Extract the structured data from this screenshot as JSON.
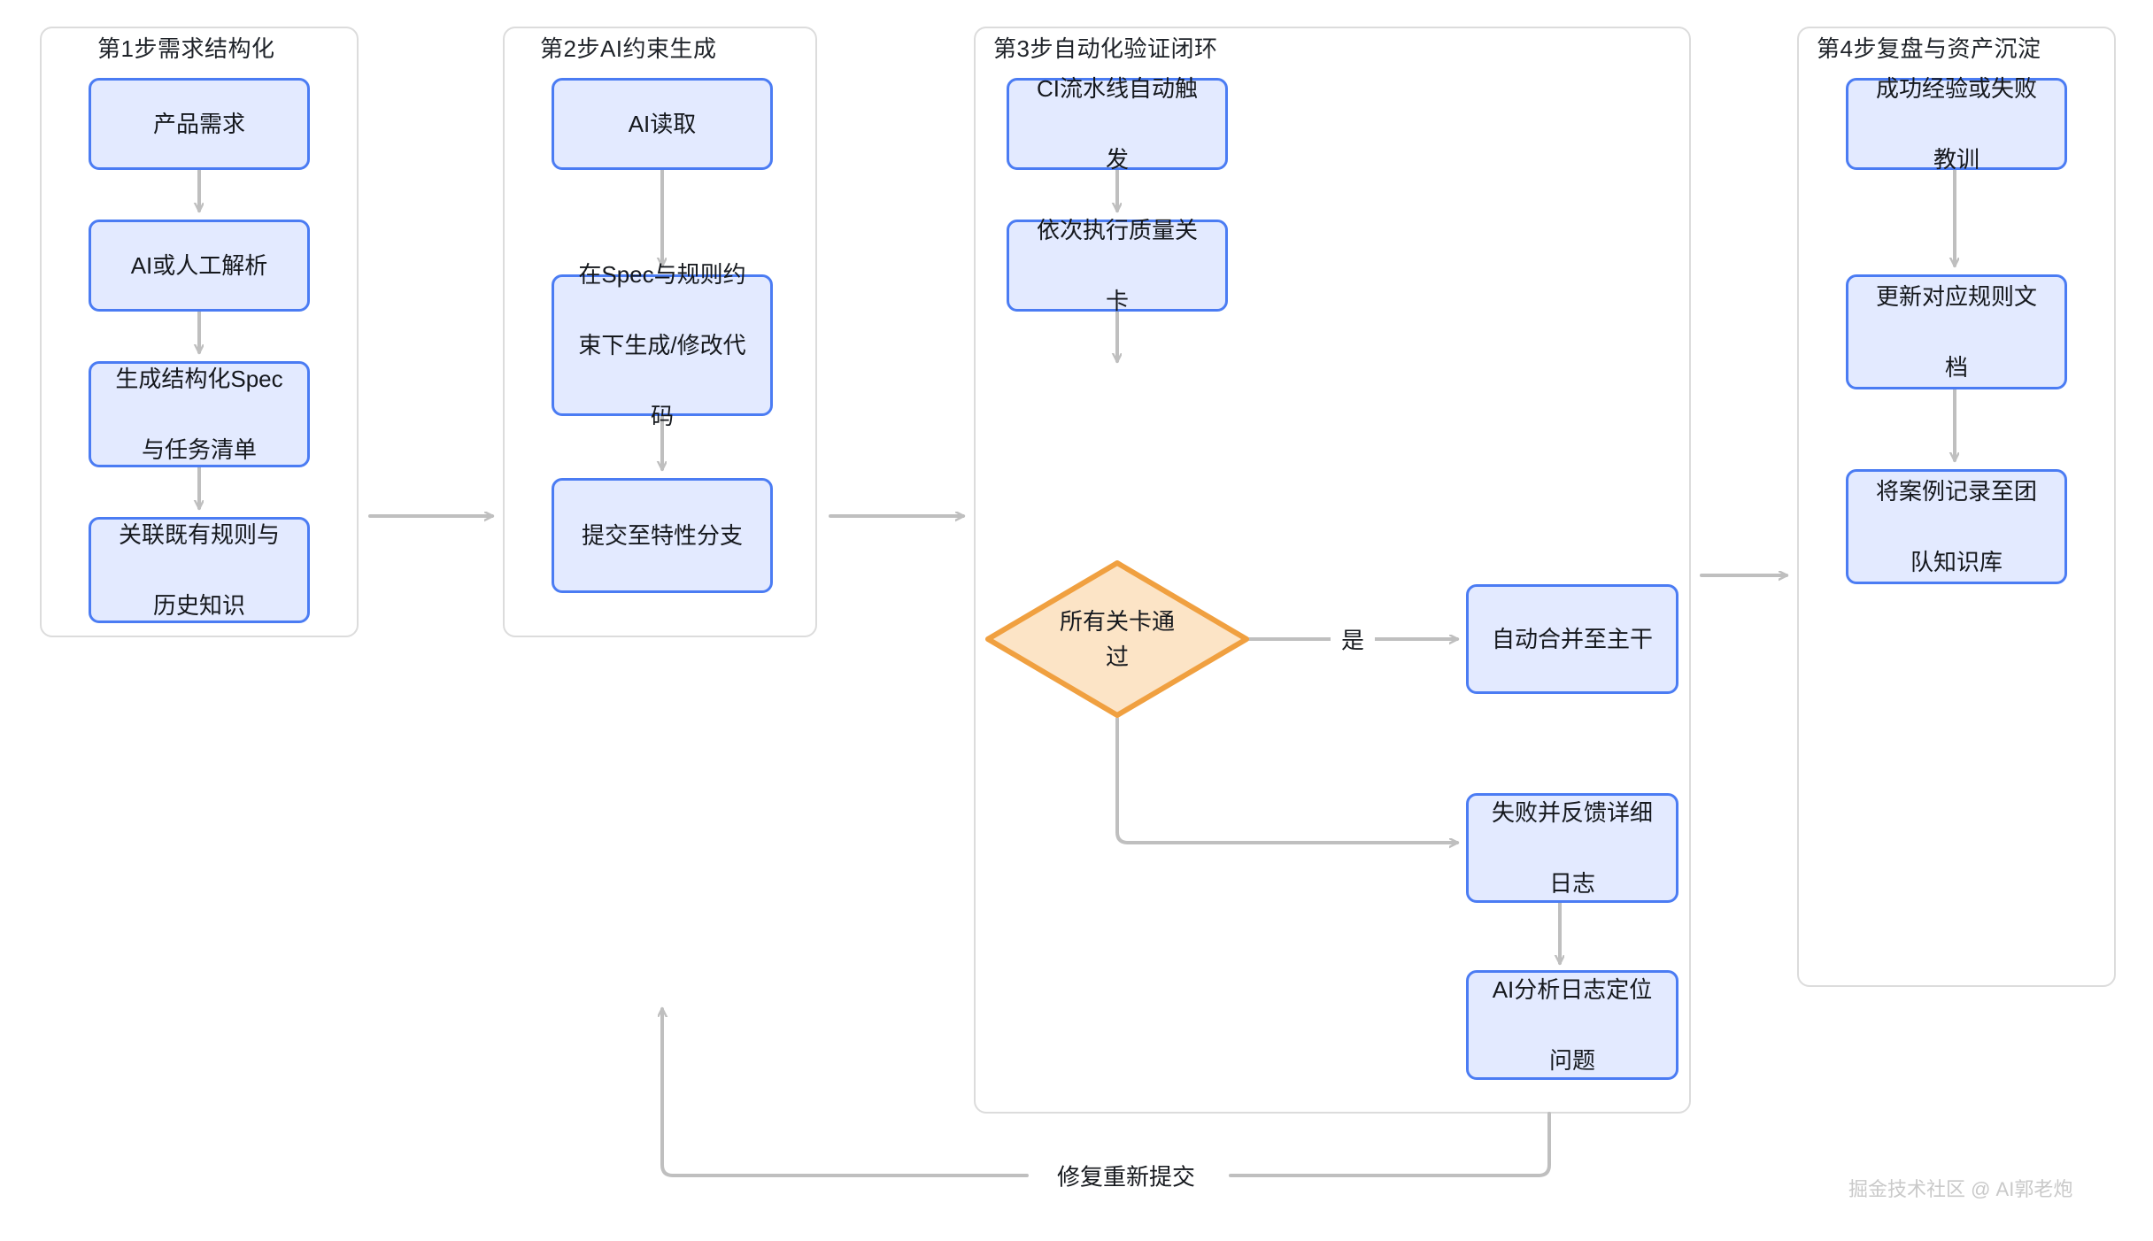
{
  "diagram": {
    "type": "flowchart",
    "title_present": false,
    "colors": {
      "node_border": "#4b7cf3",
      "node_fill": "#e3eaff",
      "decision_border": "#f0a040",
      "decision_fill": "#fce4c6",
      "group_border": "#dcdcdc",
      "edge": "#bfbfbf",
      "text": "#15181d",
      "watermark": "#c9c9c9"
    },
    "groups": [
      {
        "id": "g1",
        "label": "第1步需求结构化"
      },
      {
        "id": "g2",
        "label": "第2步AI约束生成"
      },
      {
        "id": "g3",
        "label": "第3步自动化验证闭环"
      },
      {
        "id": "g4",
        "label": "第4步复盘与资产沉淀"
      }
    ],
    "nodes": [
      {
        "id": "n1",
        "group": "g1",
        "shape": "rect",
        "label": "产品需求"
      },
      {
        "id": "n2",
        "group": "g1",
        "shape": "rect",
        "label": "AI或人工解析"
      },
      {
        "id": "n3",
        "group": "g1",
        "shape": "rect",
        "label": "生成结构化Spec与任务清单",
        "lines": [
          "生成结构化Spec",
          "与任务清单"
        ]
      },
      {
        "id": "n4",
        "group": "g1",
        "shape": "rect",
        "label": "关联既有规则与历史知识",
        "lines": [
          "关联既有规则与",
          "历史知识"
        ]
      },
      {
        "id": "n5",
        "group": "g2",
        "shape": "rect",
        "label": "AI读取"
      },
      {
        "id": "n6",
        "group": "g2",
        "shape": "rect",
        "label": "在Spec与规则约束下生成/修改代码",
        "lines": [
          "在Spec与规则约",
          "束下生成/修改代",
          "码"
        ]
      },
      {
        "id": "n7",
        "group": "g2",
        "shape": "rect",
        "label": "提交至特性分支"
      },
      {
        "id": "n8",
        "group": "g3",
        "shape": "rect",
        "label": "CI流水线自动触发",
        "lines": [
          "CI流水线自动触",
          "发"
        ]
      },
      {
        "id": "n9",
        "group": "g3",
        "shape": "rect",
        "label": "依次执行质量关卡",
        "lines": [
          "依次执行质量关",
          "卡"
        ]
      },
      {
        "id": "n10",
        "group": "g3",
        "shape": "diamond",
        "label": "所有关卡通过",
        "lines": [
          "所有关卡通",
          "过"
        ]
      },
      {
        "id": "n11",
        "group": "g3",
        "shape": "rect",
        "label": "自动合并至主干"
      },
      {
        "id": "n12",
        "group": "g3",
        "shape": "rect",
        "label": "失败并反馈详细日志",
        "lines": [
          "失败并反馈详细",
          "日志"
        ]
      },
      {
        "id": "n13",
        "group": "g3",
        "shape": "rect",
        "label": "AI分析日志定位问题",
        "lines": [
          "AI分析日志定位",
          "问题"
        ]
      },
      {
        "id": "n14",
        "group": "g4",
        "shape": "rect",
        "label": "成功经验或失败教训",
        "lines": [
          "成功经验或失败",
          "教训"
        ]
      },
      {
        "id": "n15",
        "group": "g4",
        "shape": "rect",
        "label": "更新对应规则文档",
        "lines": [
          "更新对应规则文",
          "档"
        ]
      },
      {
        "id": "n16",
        "group": "g4",
        "shape": "rect",
        "label": "将案例记录至团队知识库",
        "lines": [
          "将案例记录至团",
          "队知识库"
        ]
      }
    ],
    "edges": [
      {
        "from": "n1",
        "to": "n2",
        "label": ""
      },
      {
        "from": "n2",
        "to": "n3",
        "label": ""
      },
      {
        "from": "n3",
        "to": "n4",
        "label": ""
      },
      {
        "from": "g1",
        "to": "g2",
        "label": ""
      },
      {
        "from": "n5",
        "to": "n6",
        "label": ""
      },
      {
        "from": "n6",
        "to": "n7",
        "label": ""
      },
      {
        "from": "g2",
        "to": "g3",
        "label": ""
      },
      {
        "from": "n8",
        "to": "n9",
        "label": ""
      },
      {
        "from": "n9",
        "to": "n10",
        "label": ""
      },
      {
        "from": "n10",
        "to": "n11",
        "label": "是"
      },
      {
        "from": "n10",
        "to": "n12",
        "label": ""
      },
      {
        "from": "n12",
        "to": "n13",
        "label": ""
      },
      {
        "from": "g3",
        "to": "g4",
        "label": ""
      },
      {
        "from": "n14",
        "to": "n15",
        "label": ""
      },
      {
        "from": "n15",
        "to": "n16",
        "label": ""
      },
      {
        "from": "g3",
        "to": "g2",
        "label": "修复重新提交"
      }
    ],
    "edge_labels": {
      "yes": "是",
      "rework": "修复重新提交"
    },
    "watermark": "掘金技术社区 @ AI郭老炮"
  }
}
